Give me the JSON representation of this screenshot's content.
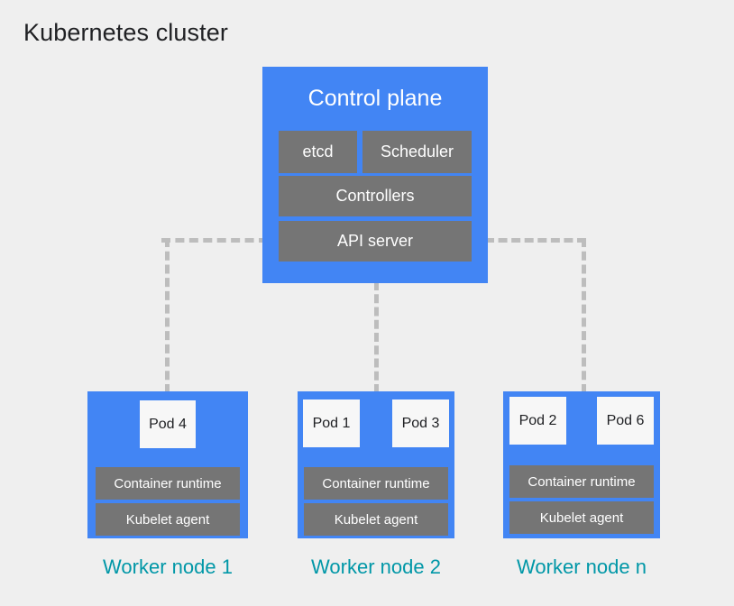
{
  "diagram": {
    "title": "Kubernetes cluster",
    "background_color": "#efefef",
    "node_color": "#4285f4",
    "component_color": "#757575",
    "pod_color": "#f7f7f7",
    "caption_color": "#0097a7",
    "connector_color": "#bdbdbd"
  },
  "control_plane": {
    "title": "Control plane",
    "components": [
      {
        "label": "etcd"
      },
      {
        "label": "Scheduler"
      },
      {
        "label": "Controllers"
      },
      {
        "label": "API server"
      }
    ]
  },
  "worker_nodes": [
    {
      "caption": "Worker node 1",
      "pods": [
        {
          "label": "Pod 4"
        }
      ],
      "runtime": "Container runtime",
      "kubelet": "Kubelet agent"
    },
    {
      "caption": "Worker node 2",
      "pods": [
        {
          "label": "Pod 1"
        },
        {
          "label": "Pod 3"
        }
      ],
      "runtime": "Container runtime",
      "kubelet": "Kubelet agent"
    },
    {
      "caption": "Worker node n",
      "pods": [
        {
          "label": "Pod 2"
        },
        {
          "label": "Pod 6"
        }
      ],
      "runtime": "Container runtime",
      "kubelet": "Kubelet agent"
    }
  ]
}
